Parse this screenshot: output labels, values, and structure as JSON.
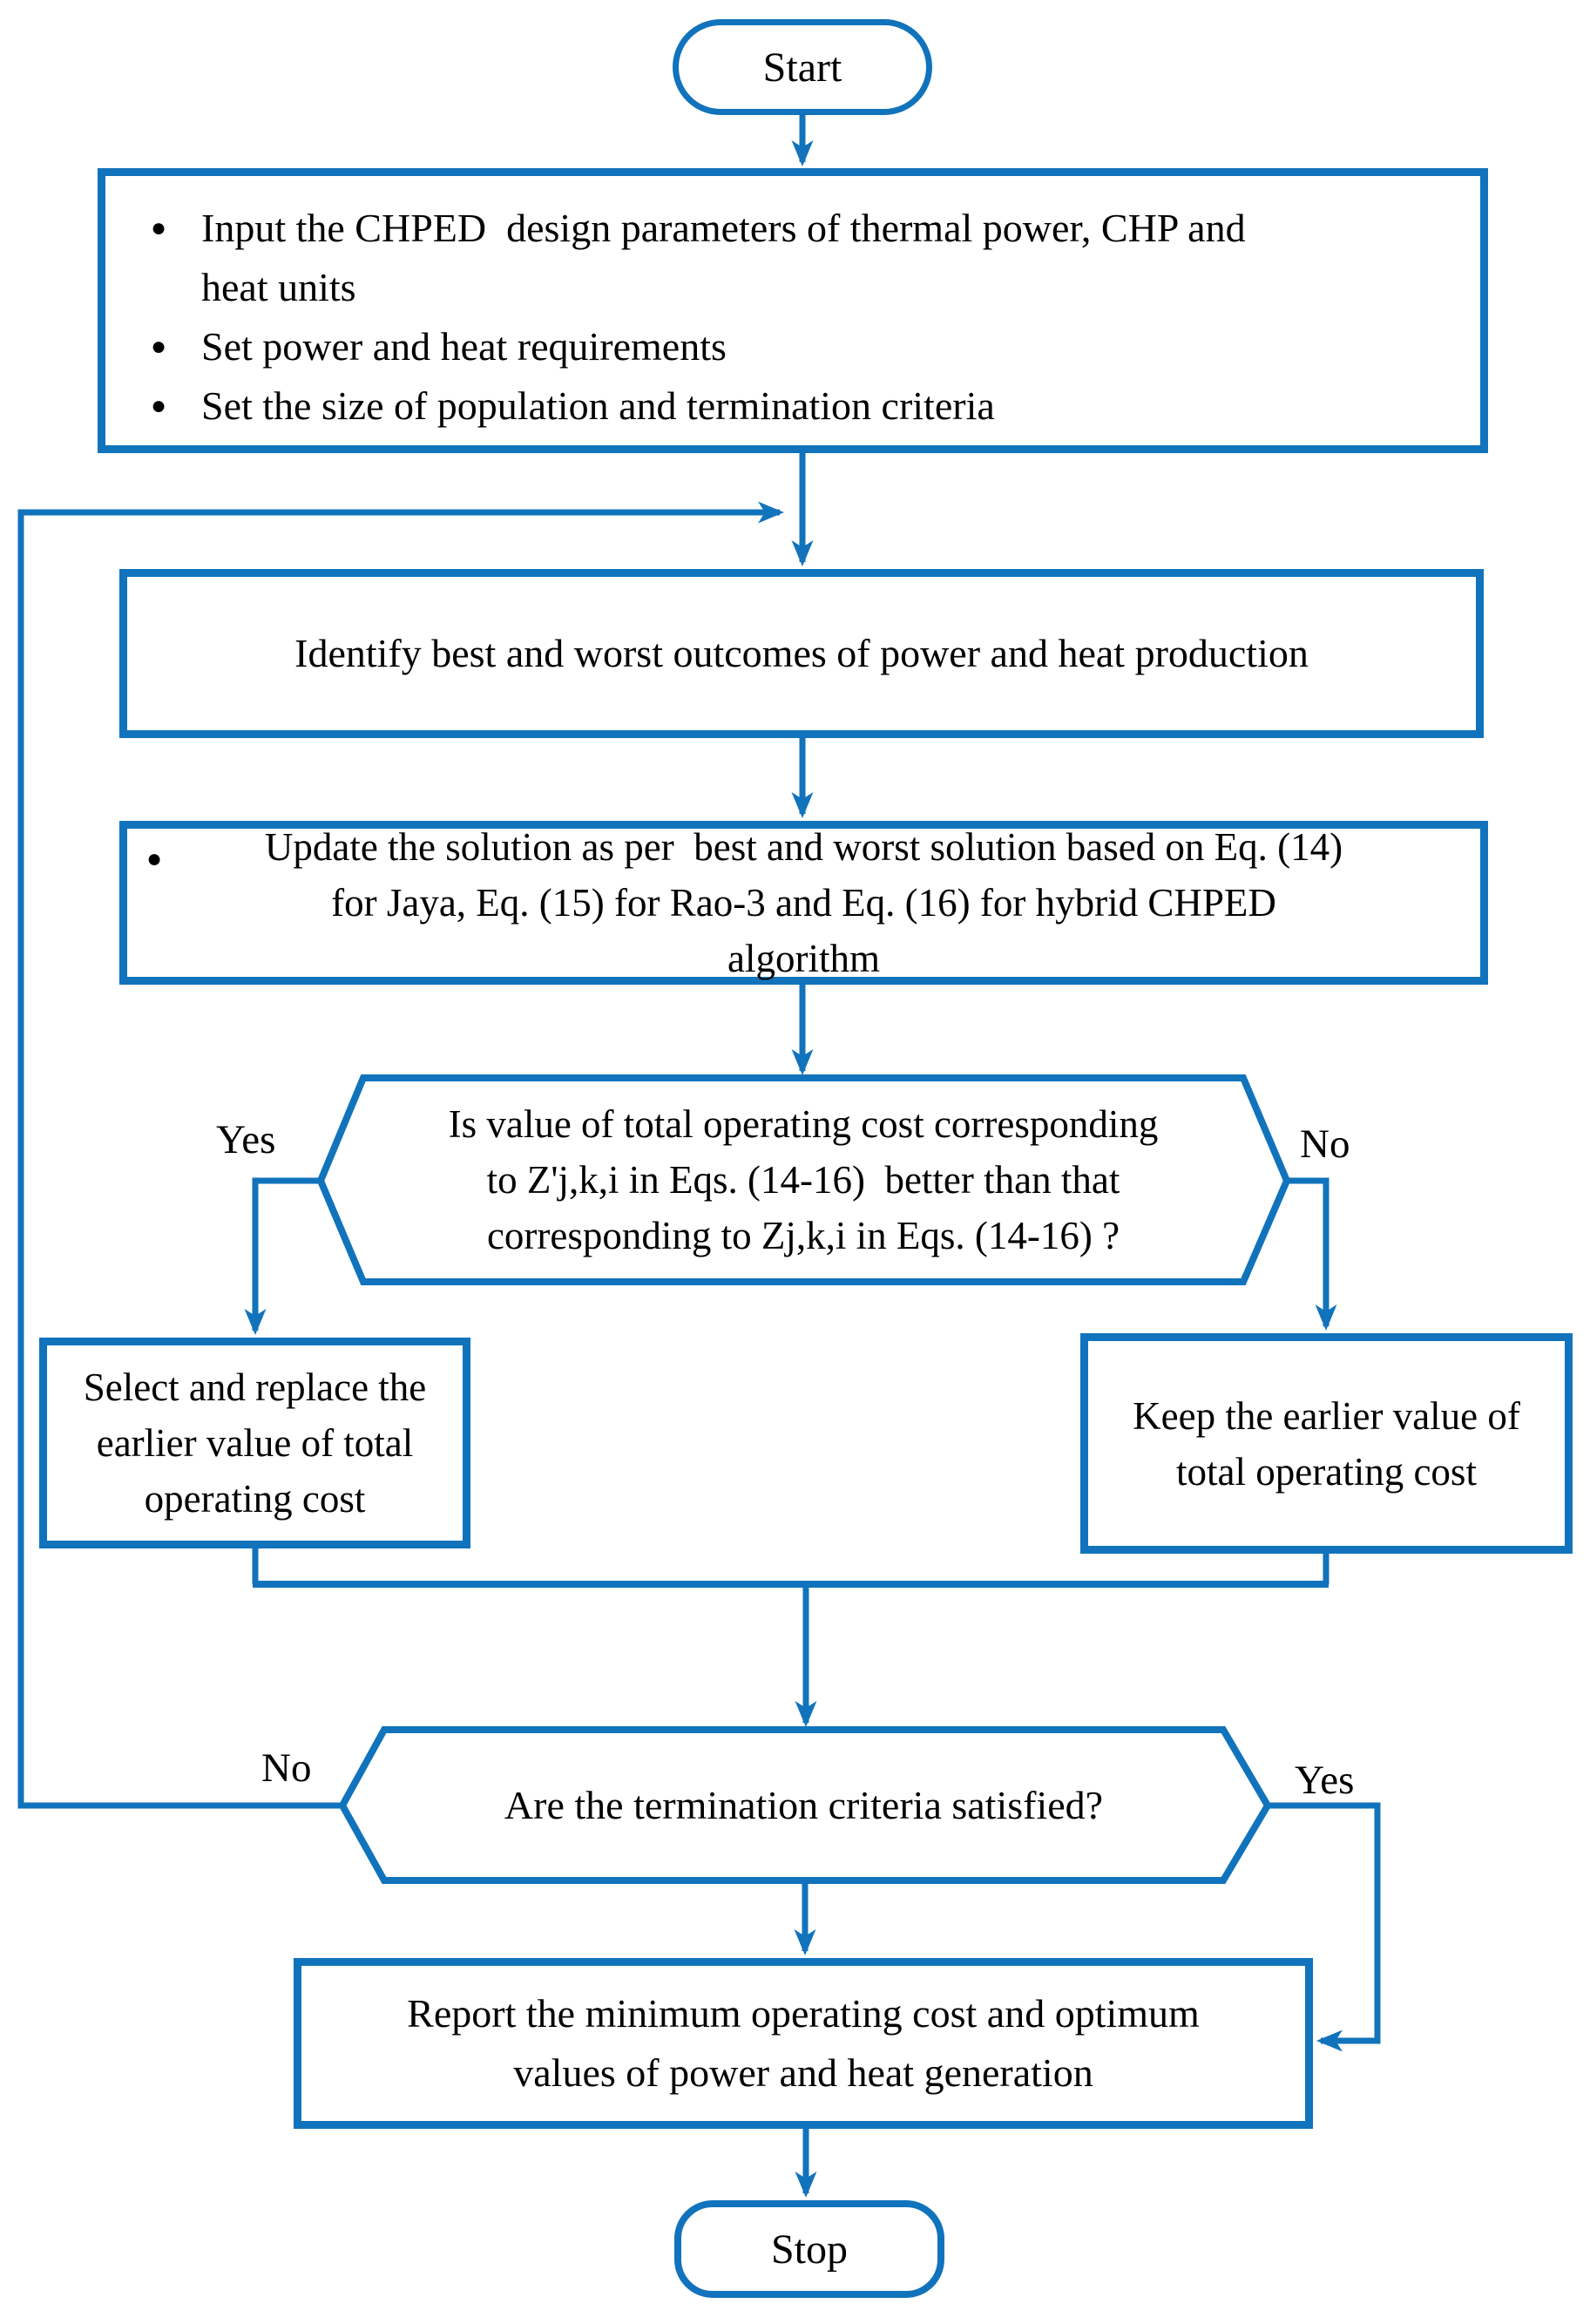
{
  "accent_color": "#1173BC",
  "text_color": "#000000",
  "bullet_char": "●",
  "nodes": {
    "start": {
      "label": "Start"
    },
    "init": {
      "items": [
        {
          "lines": [
            "Input the CHPED  design parameters of thermal power, CHP and",
            "heat units"
          ]
        },
        {
          "lines": [
            "Set power and heat requirements"
          ]
        },
        {
          "lines": [
            "Set the size of population and termination criteria"
          ]
        }
      ]
    },
    "identify": {
      "label": "Identify best and worst outcomes of power and heat production"
    },
    "update": {
      "lines": [
        "Update the solution as per  best and worst solution based on Eq. (14)",
        "for Jaya, Eq. (15) for Rao-3 and Eq. (16) for hybrid CHPED",
        "algorithm"
      ]
    },
    "decision1": {
      "lines": [
        "Is value of total operating cost corresponding",
        "to Z'j,k,i in Eqs. (14-16)  better than that",
        "corresponding to Zj,k,i in Eqs. (14-16) ?"
      ],
      "yes_label": "Yes",
      "no_label": "No"
    },
    "select_replace": {
      "lines": [
        "Select and replace the",
        "earlier value of total",
        "operating cost"
      ]
    },
    "keep": {
      "lines": [
        "Keep the earlier value of",
        "total operating cost"
      ]
    },
    "decision2": {
      "label": "Are the termination criteria satisfied?",
      "no_label": "No",
      "yes_label": "Yes"
    },
    "report": {
      "lines": [
        "Report the minimum operating cost and optimum",
        "values of power and heat generation"
      ]
    },
    "stop": {
      "label": "Stop"
    }
  }
}
